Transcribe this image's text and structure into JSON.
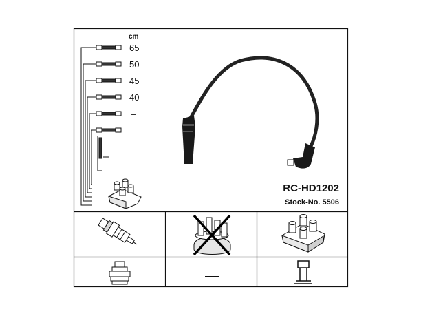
{
  "header": {
    "unit": "cm"
  },
  "leads": [
    {
      "length": "65"
    },
    {
      "length": "50"
    },
    {
      "length": "45"
    },
    {
      "length": "40"
    },
    {
      "length": "–"
    },
    {
      "length": "–"
    }
  ],
  "product": {
    "code": "RC-HD1202",
    "stock": "Stock-No. 5506"
  },
  "cells": {
    "distributor_cap_dash": "—"
  },
  "icons": {
    "cable": "ignition-cable-icon",
    "spark_plug": "spark-plug-icon",
    "distributor_cap": "distributor-cap-icon",
    "coil": "ignition-coil-icon",
    "plug_terminal": "plug-terminal-icon",
    "coil_terminal": "coil-terminal-icon"
  },
  "colors": {
    "line": "#111111",
    "cross": "#000000",
    "background": "#ffffff"
  }
}
